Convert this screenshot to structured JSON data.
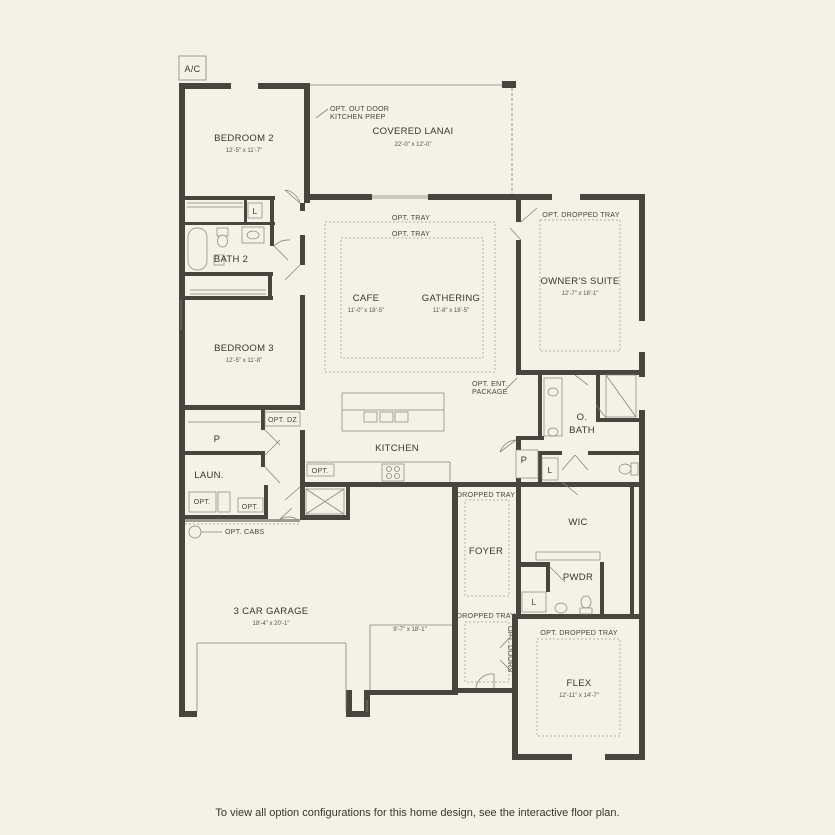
{
  "ac_label": "A/C",
  "rooms": {
    "bedroom2": {
      "name": "BEDROOM 2",
      "dim": "12'-5\" x 11'-7\""
    },
    "covered_lanai": {
      "name": "COVERED LANAI",
      "dim": "22'-0\" x 12'-0\""
    },
    "bath2": {
      "name": "BATH 2"
    },
    "bedroom3": {
      "name": "BEDROOM 3",
      "dim": "12'-5\" x 11'-8\""
    },
    "cafe": {
      "name": "CAFE",
      "dim": "11'-0\" x 18'-5\""
    },
    "gathering": {
      "name": "GATHERING",
      "dim": "11'-8\" x 18'-5\""
    },
    "owners_suite": {
      "name": "OWNER'S SUITE",
      "dim": "12'-7\" x 18'-1\""
    },
    "o_bath": {
      "name_line1": "O.",
      "name_line2": "BATH"
    },
    "kitchen": {
      "name": "KITCHEN"
    },
    "pantry": {
      "name": "P"
    },
    "pantry2": {
      "name": "P"
    },
    "laundry": {
      "name": "LAUN."
    },
    "wic": {
      "name": "WIC"
    },
    "foyer": {
      "name": "FOYER"
    },
    "pwdr": {
      "name": "PWDR"
    },
    "garage": {
      "name": "3 CAR GARAGE",
      "dim": "18'-4\" x 20'-1\"",
      "dim2": "9'-7\" x 18'-1\""
    },
    "flex": {
      "name": "FLEX",
      "dim": "12'-11\" x 14'-7\""
    },
    "linen1": {
      "name": "L"
    },
    "linen2": {
      "name": "L"
    },
    "linen3": {
      "name": "L"
    }
  },
  "options": {
    "outdoor_kitchen_line1": "OPT. OUT DOOR",
    "outdoor_kitchen_line2": "KITCHEN PREP",
    "tray_outer": "OPT. TRAY",
    "tray_inner": "OPT. TRAY",
    "dropped_tray_owner": "OPT. DROPPED TRAY",
    "ent_package_line1": "OPT. ENT.",
    "ent_package_line2": "PACKAGE",
    "opt_dz": "OPT. DZ",
    "opt_kitchen": "OPT.",
    "opt_laun1": "OPT.",
    "opt_laun2": "OPT.",
    "opt_cabs": "OPT. CABS",
    "dropped_tray_foyer": "DROPPED TRAY",
    "dropped_tray_foyer2": "DROPPED TRAY",
    "opt_doors": "OPT. DOORS",
    "dropped_tray_flex": "OPT. DROPPED TRAY"
  },
  "footer": "To view all option configurations for this home design, see the interactive floor plan."
}
